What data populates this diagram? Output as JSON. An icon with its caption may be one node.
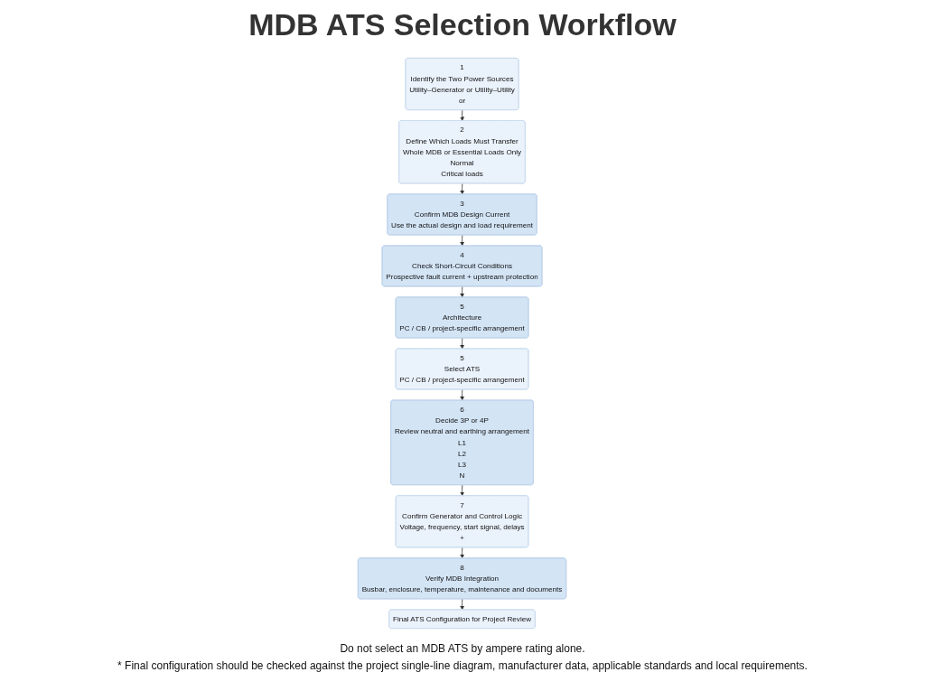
{
  "diagram": {
    "title": "MDB ATS Selection Workflow",
    "nodes": [
      {
        "text": [
          "1",
          "Identify the Two Power Sources",
          "Utility–Generator or Utility–Utility",
          "or"
        ]
      },
      {
        "text": [
          "2",
          "Define Which Loads Must Transfer",
          "Whole MDB or Essential Loads Only",
          "Normal",
          "Critical loads"
        ]
      },
      {
        "text": [
          "3",
          "Confirm MDB Design Current",
          "Use the actual design and load requirement"
        ]
      },
      {
        "text": [
          "4",
          "Check Short-Circuit Conditions",
          "Prospective fault current + upstream protection"
        ]
      },
      {
        "text": [
          "5",
          "Architecture",
          "PC / CB / project-specific arrangement"
        ]
      },
      {
        "text": [
          "5",
          "Select ATS",
          "PC / CB / project-specific arrangement"
        ]
      },
      {
        "text": [
          "6",
          "Decide 3P or 4P",
          "Review neutral and earthing arrangement",
          "L1",
          "L2",
          "L3",
          "N"
        ]
      },
      {
        "text": [
          "7",
          "Confirm Generator and Control Logic",
          "Voltage, frequency, start signal, delays",
          "+"
        ]
      },
      {
        "text": [
          "8",
          "Verify MDB Integration",
          "Busbar, enclosure, temperature, maintenance and documents"
        ]
      },
      {
        "text": [
          "Final ATS Configuration for Project Review"
        ]
      }
    ],
    "edges": [
      {
        "from": 0,
        "to": 1,
        "arrow": "to"
      },
      {
        "from": 1,
        "to": 2,
        "arrow": "to"
      },
      {
        "from": 2,
        "to": 3,
        "arrow": "to"
      },
      {
        "from": 3,
        "to": 4,
        "arrow": "to"
      },
      {
        "from": 4,
        "to": 5,
        "arrow": "to"
      },
      {
        "from": 5,
        "to": 6,
        "arrow": "to"
      },
      {
        "from": 6,
        "to": 7,
        "arrow": "to"
      },
      {
        "from": 7,
        "to": 8,
        "arrow": "to"
      },
      {
        "from": 8,
        "to": 9,
        "arrow": "to"
      }
    ],
    "labels": [
      "Do not select an MDB ATS by ampere rating alone.",
      "* Final configuration should be checked against the project single-line diagram, manufacturer data, applicable standards and local requirements."
    ]
  }
}
